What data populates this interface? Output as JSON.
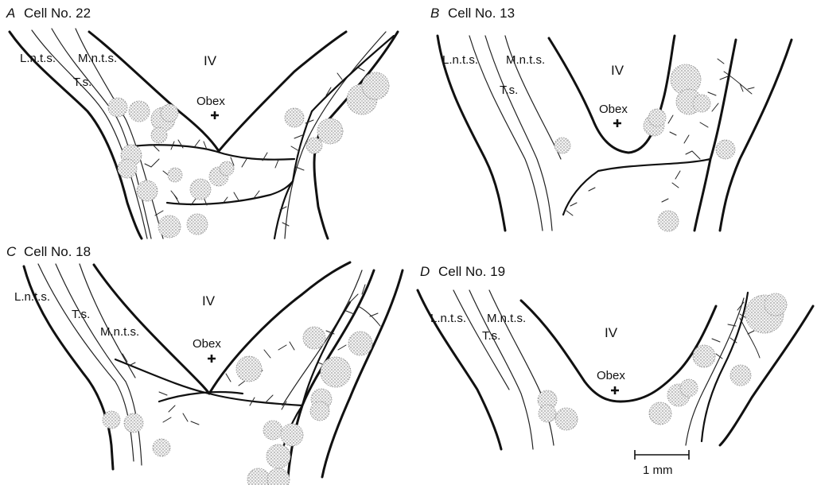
{
  "panels": [
    {
      "letter": "A",
      "title": "Cell No. 22",
      "labels": {
        "lnts": "L.n.t.s.",
        "mnts": "M.n.t.s.",
        "ts": "T.s.",
        "ventricle": "IV",
        "obex": "Obex"
      }
    },
    {
      "letter": "B",
      "title": "Cell No. 13",
      "labels": {
        "lnts": "L.n.t.s.",
        "mnts": "M.n.t.s.",
        "ts": "T.s.",
        "ventricle": "IV",
        "obex": "Obex"
      }
    },
    {
      "letter": "C",
      "title": "Cell No. 18",
      "labels": {
        "lnts": "L.n.t.s.",
        "mnts": "M.n.t.s.",
        "ts": "T.s.",
        "ventricle": "IV",
        "obex": "Obex"
      }
    },
    {
      "letter": "D",
      "title": "Cell No. 19",
      "labels": {
        "lnts": "L.n.t.s.",
        "mnts": "M.n.t.s.",
        "ts": "T.s.",
        "ventricle": "IV",
        "obex": "Obex"
      }
    }
  ],
  "scale_bar": {
    "label": "1 mm"
  },
  "colors": {
    "ink": "#111111",
    "background": "#ffffff"
  },
  "icons": {
    "obex_marker": "plus-icon"
  }
}
